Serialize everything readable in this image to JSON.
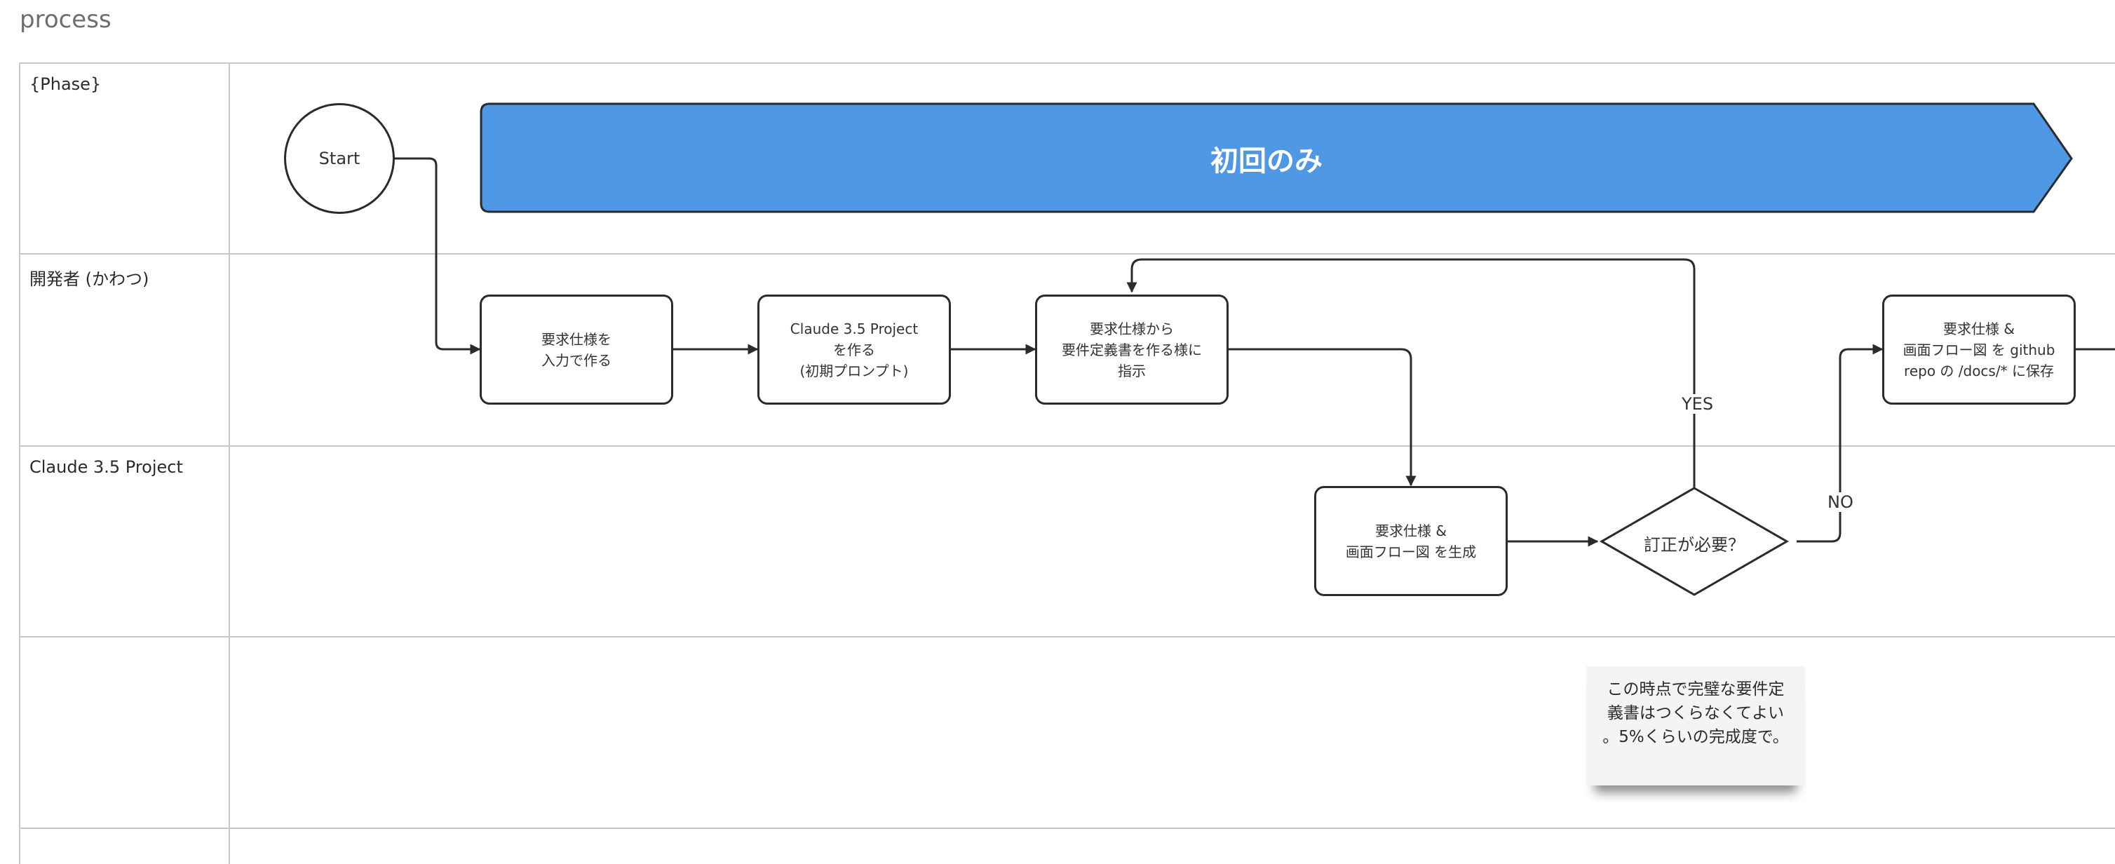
{
  "title": "process",
  "lanes": [
    "{Phase}",
    "開発者 (かわつ)",
    "Claude 3.5 Project",
    ""
  ],
  "phase": {
    "label": "初回のみ",
    "color": "#4f98e6"
  },
  "start": {
    "label": "Start"
  },
  "nodes": {
    "input_requirements": "要求仕様を\n入力で作る",
    "create_project": "Claude 3.5 Project\nを作る\n(初期プロンプト)",
    "instruct_definition": "要求仕様から\n要件定義書を作る様に\n指示",
    "generate_flow": "要求仕様 &\n画面フロー図 を生成",
    "save_repo": "要求仕様 &\n画面フロー図 を github\nrepo の /docs/* に保存"
  },
  "decision": {
    "label": "訂正が必要？",
    "yes": "YES",
    "no": "NO"
  },
  "note": "この時点で完璧な要件定\n義書はつくらなくてよい\n。5%くらいの完成度で。",
  "colors": {
    "line": "#2b2b2b",
    "grid": "#c8c8c8",
    "phase": "#4f98e6",
    "note_bg": "#f3f4f5"
  }
}
